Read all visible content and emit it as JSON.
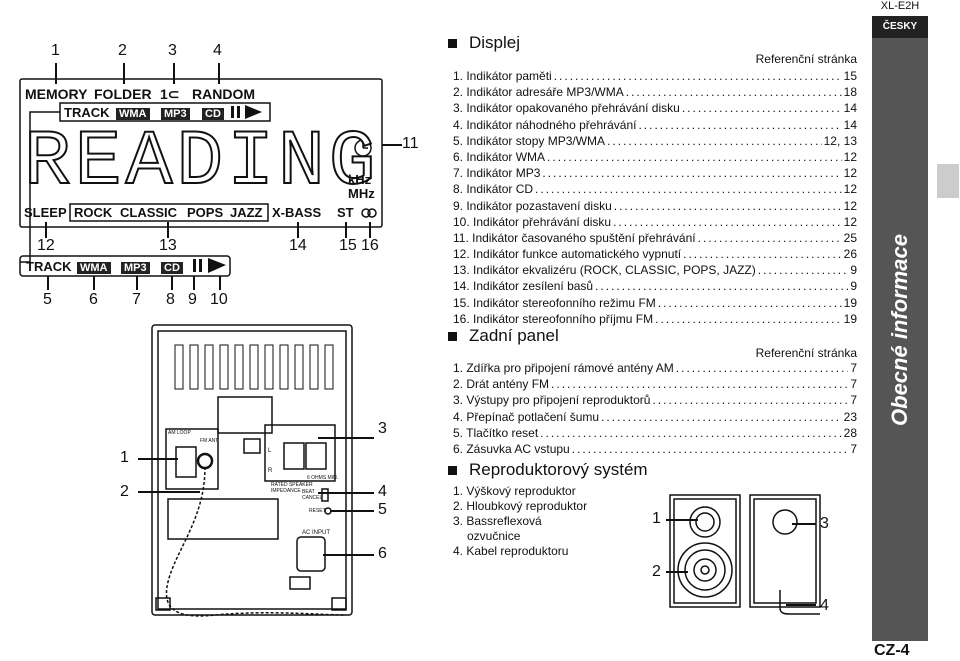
{
  "header": {
    "model": "XL-E2H",
    "language_tab": "ČESKY",
    "side_label": "Obecné informace",
    "page_number": "CZ-4"
  },
  "display_section": {
    "title": "Displej",
    "ref_header": "Referenční stránka",
    "items": [
      {
        "label": "1. Indikátor paměti",
        "page": "15"
      },
      {
        "label": "2. Indikátor adresáře MP3/WMA",
        "page": "18"
      },
      {
        "label": "3. Indikátor opakovaného přehrávání disku",
        "page": "14"
      },
      {
        "label": "4. Indikátor náhodného přehrávání",
        "page": "14"
      },
      {
        "label": "5. Indikátor stopy MP3/WMA",
        "page": "12, 13"
      },
      {
        "label": "6. Indikátor WMA",
        "page": "12"
      },
      {
        "label": "7. Indikátor MP3",
        "page": "12"
      },
      {
        "label": "8. Indikátor CD",
        "page": "12"
      },
      {
        "label": "9. Indikátor pozastavení disku",
        "page": "12"
      },
      {
        "label": "10. Indikátor přehrávání disku",
        "page": "12"
      },
      {
        "label": "11. Indikátor časovaného spuštění přehrávání",
        "page": "25"
      },
      {
        "label": "12. Indikátor funkce automatického vypnutí",
        "page": "26"
      },
      {
        "label": "13. Indikátor ekvalizéru (ROCK, CLASSIC, POPS, JAZZ)",
        "page": "9"
      },
      {
        "label": "14. Indikátor zesílení basů",
        "page": "9"
      },
      {
        "label": "15. Indikátor stereofonního režimu FM",
        "page": "19"
      },
      {
        "label": "16. Indikátor stereofonního příjmu FM",
        "page": "19"
      }
    ]
  },
  "rear_section": {
    "title": "Zadní panel",
    "ref_header": "Referenční stránka",
    "items": [
      {
        "label": "1. Zdířka pro připojení rámové antény AM",
        "page": "7"
      },
      {
        "label": "2. Drát antény FM",
        "page": "7"
      },
      {
        "label": "3. Výstupy pro připojení reproduktorů",
        "page": "7"
      },
      {
        "label": "4. Přepínač potlačení šumu",
        "page": "23"
      },
      {
        "label": "5. Tlačítko reset",
        "page": "28"
      },
      {
        "label": "6. Zásuvka AC vstupu",
        "page": "7"
      }
    ]
  },
  "speaker_section": {
    "title": "Reproduktorový systém",
    "items": [
      "1. Výškový reproduktor",
      "2. Hloubkový reproduktor",
      "3. Bassreflexová",
      "ozvučnice",
      "4. Kabel reproduktoru"
    ]
  },
  "lcd": {
    "callouts_top": [
      "1",
      "2",
      "3",
      "4"
    ],
    "callout_11": "11",
    "memory": "MEMORY",
    "folder": "FOLDER",
    "repeat": "1",
    "random": "RANDOM",
    "track": "TRACK",
    "wma": "WMA",
    "mp3": "MP3",
    "cd": "CD",
    "segment_text": "READING",
    "khz": "kHz",
    "mhz": "MHz",
    "sleep": "SLEEP",
    "rock": "ROCK",
    "classic": "CLASSIC",
    "pops": "POPS",
    "jazz": "JAZZ",
    "xbass": "X-BASS",
    "st": "ST",
    "callouts_mid": [
      "12",
      "13",
      "14",
      "15",
      "16"
    ],
    "strip": {
      "track": "TRACK",
      "wma": "WMA",
      "mp3": "MP3",
      "cd": "CD"
    },
    "callouts_bottom": [
      "5",
      "6",
      "7",
      "8",
      "9",
      "10"
    ]
  },
  "rear_panel": {
    "callouts": [
      "1",
      "2",
      "3",
      "4",
      "5",
      "6"
    ],
    "am_loop": "AM LOOP",
    "fm_ant": "FM ANT",
    "speaker_label": "RATED SPEAKER IMPEDANCE",
    "ohms": "6 OHMS MIN.",
    "beat_cancel": "BEAT CANCEL",
    "reset": "RESET",
    "ac_input": "AC INPUT",
    "left": "L",
    "right": "R"
  },
  "speaker_diagram": {
    "callouts": [
      "1",
      "2",
      "3",
      "4"
    ]
  }
}
